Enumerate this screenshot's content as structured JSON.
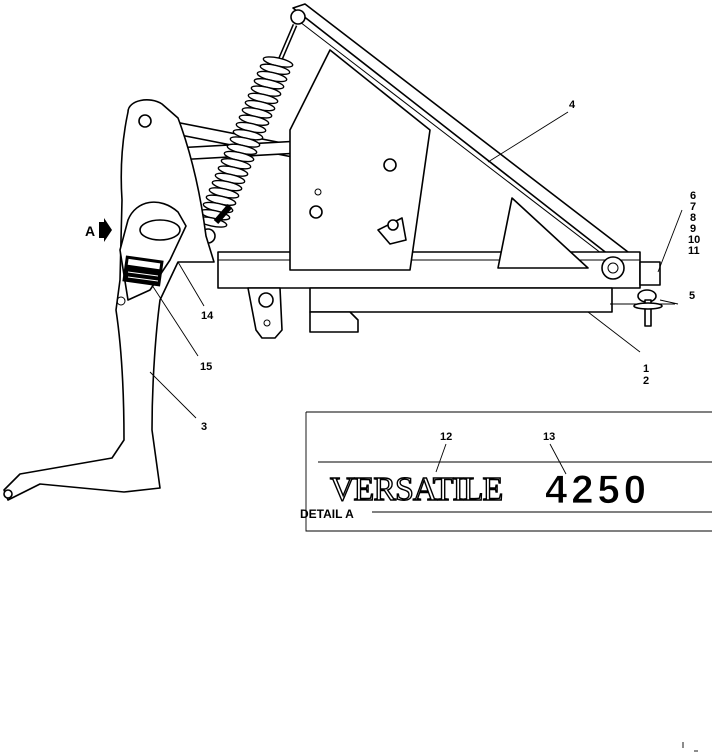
{
  "callouts": {
    "c1": "1",
    "c2": "2",
    "c3": "3",
    "c4": "4",
    "c5": "5",
    "c6": "6",
    "c7": "7",
    "c8": "8",
    "c9": "9",
    "c10": "10",
    "c11": "11",
    "c12": "12",
    "c13": "13",
    "c14": "14",
    "c15": "15"
  },
  "view_arrow_label": "A",
  "detail": {
    "label": "DETAIL A",
    "brand_decal": "VERSATILE",
    "model_decal": "4250"
  }
}
